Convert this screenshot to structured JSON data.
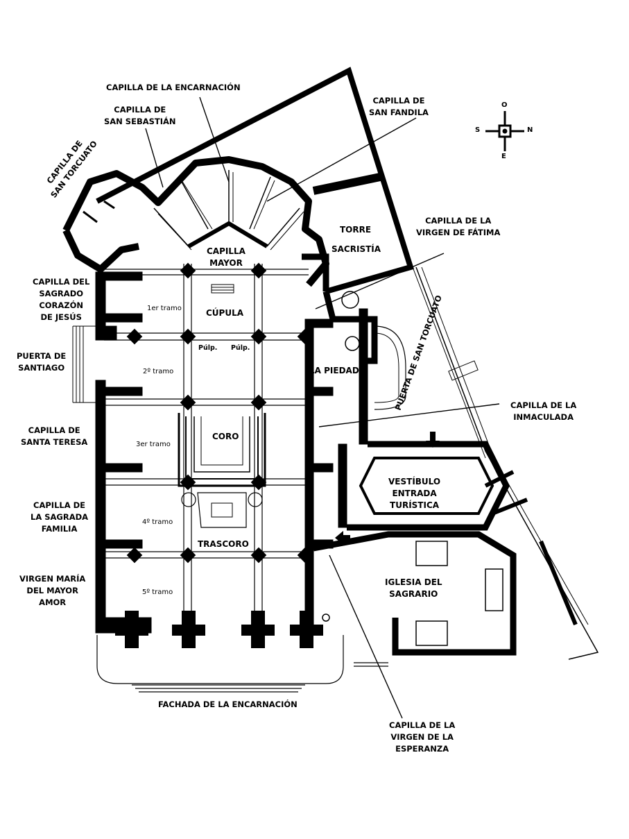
{
  "labels": {
    "encarnacion": "CAPILLA DE LA ENCARNACIÓN",
    "sebastian": [
      "CAPILLA DE",
      "SAN SEBASTIÁN"
    ],
    "torcuato": [
      "CAPILLA DE",
      "SAN TORCUATO"
    ],
    "fandila": [
      "CAPILLA DE",
      "SAN FANDILA"
    ],
    "fatima": [
      "CAPILLA DE LA",
      "VIRGEN DE FÁTIMA"
    ],
    "torre": "TORRE",
    "sacristia": "SACRISTÍA",
    "capilla_mayor": [
      "CAPILLA",
      "MAYOR"
    ],
    "sagrado_corazon": [
      "CAPILLA DEL",
      "SAGRADO",
      "CORAZÓN",
      "DE JESÚS"
    ],
    "cupula": "CÚPULA",
    "tramo1": "1er tramo",
    "pulp1": "Púlp.",
    "pulp2": "Púlp.",
    "puerta_santiago": [
      "PUERTA DE",
      "SANTIAGO"
    ],
    "tramo2": "2º tramo",
    "piedad": "LA PIEDAD",
    "puerta_torcuato": "PUERTA DE SAN TORCUATO",
    "inmaculada": [
      "CAPILLA DE LA",
      "INMACULADA"
    ],
    "santa_teresa": [
      "CAPILLA DE",
      "SANTA TERESA"
    ],
    "tramo3": "3er tramo",
    "coro": "CORO",
    "vestibulo": [
      "VESTÍBULO",
      "ENTRADA",
      "TURÍSTICA"
    ],
    "sagrada_familia": [
      "CAPILLA DE",
      "LA SAGRADA",
      "FAMILIA"
    ],
    "tramo4": "4º tramo",
    "trascoro": "TRASCORO",
    "mayor_amor": [
      "VIRGEN MARÍA",
      "DEL MAYOR",
      "AMOR"
    ],
    "tramo5": "5º tramo",
    "sagrario": [
      "IGLESIA DEL",
      "SAGRARIO"
    ],
    "fachada": "FACHADA DE LA ENCARNACIÓN",
    "esperanza": [
      "CAPILLA DE LA",
      "VIRGEN DE LA",
      "ESPERANZA"
    ]
  },
  "compass": {
    "north_top": "O",
    "west_left": "S",
    "east_right": "N",
    "south_bottom": "E"
  }
}
